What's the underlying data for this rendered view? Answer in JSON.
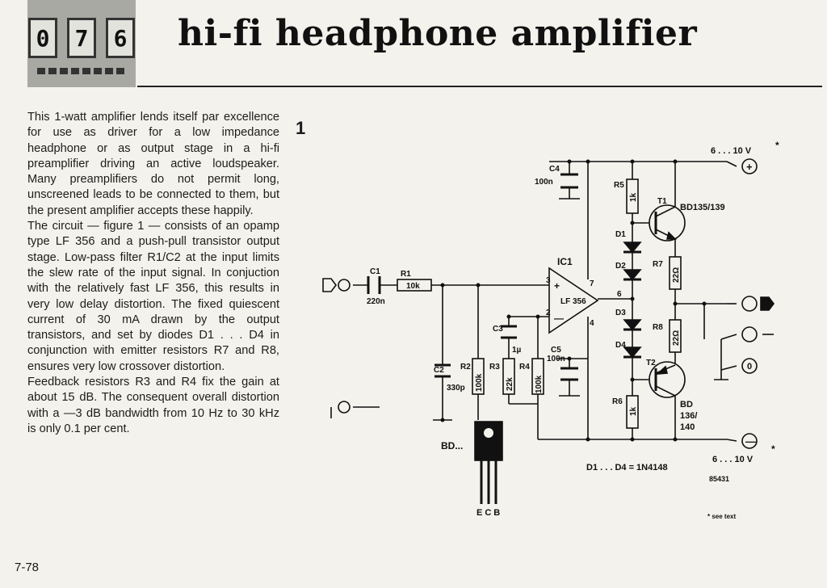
{
  "logo": {
    "digits": [
      "0",
      "7",
      "6"
    ]
  },
  "title": "hi-fi headphone amplifier",
  "body_paragraphs": [
    "This 1-watt amplifier lends itself par excellence for use as driver for a low impedance headphone or as output stage in a hi-fi preamplifier driving an active loudspeaker. Many preamplifiers do not permit long, unscreened leads to be connected to them, but the present amplifier accepts these happily.",
    "The circuit — figure 1 — consists of an opamp type LF 356 and a push-pull transistor output stage. Low-pass filter R1/C2 at the input limits the slew rate of the input signal. In conjuction with the relatively fast LF 356, this results in very low delay distortion. The fixed quiescent current of 30 mA drawn by the output transistors, and set by diodes D1 . . . D4 in conjunction with emitter resistors R7 and R8, ensures very low crossover distortion.",
    "Feedback resistors R3 and R4 fix the gain at about 15 dB. The consequent overall distortion with a —3 dB bandwidth from 10 Hz to 30 kHz is only 0.1 per cent."
  ],
  "figure_number": "1",
  "page_number": "7-78",
  "schematic": {
    "C1": "C1",
    "C1_val": "220n",
    "R1": "R1",
    "R1_val": "10k",
    "C2": "C2",
    "C2_val": "330p",
    "R2": "R2",
    "R2_val": "100k",
    "C3": "C3",
    "C3_val": "1µ",
    "R3": "R3",
    "R3_val": "22k",
    "R4": "R4",
    "R4_val": "100k",
    "C4": "C4",
    "C4_val": "100n",
    "C5": "C5",
    "C5_val": "100n",
    "IC1": "IC1",
    "IC1_type": "LF 356",
    "pin2": "2",
    "pin3": "3",
    "pin4": "4",
    "pin6": "6",
    "pin7": "7",
    "plus_sign": "+",
    "minus_sign": "—",
    "R5": "R5",
    "R5_val": "1k",
    "R6": "R6",
    "R6_val": "1k",
    "R7": "R7",
    "R7_val": "22Ω",
    "R8": "R8",
    "R8_val": "22Ω",
    "D1": "D1",
    "D2": "D2",
    "D3": "D3",
    "D4": "D4",
    "T1": "T1",
    "T1_type": "BD135/139",
    "T2": "T2",
    "T2_type_1": "BD",
    "T2_type_2": "136/",
    "T2_type_3": "140",
    "supply_pos": "6 . . . 10 V",
    "supply_neg": "6 . . . 10 V",
    "asterisk": "*",
    "diode_note": "D1 . . . D4 = 1N4148",
    "code": "85431",
    "see_text": "* see text",
    "pkg_label": "BD...",
    "pin_labels": "ECB",
    "term_plus": "+",
    "term_minus": "—",
    "term_zero": "0"
  }
}
